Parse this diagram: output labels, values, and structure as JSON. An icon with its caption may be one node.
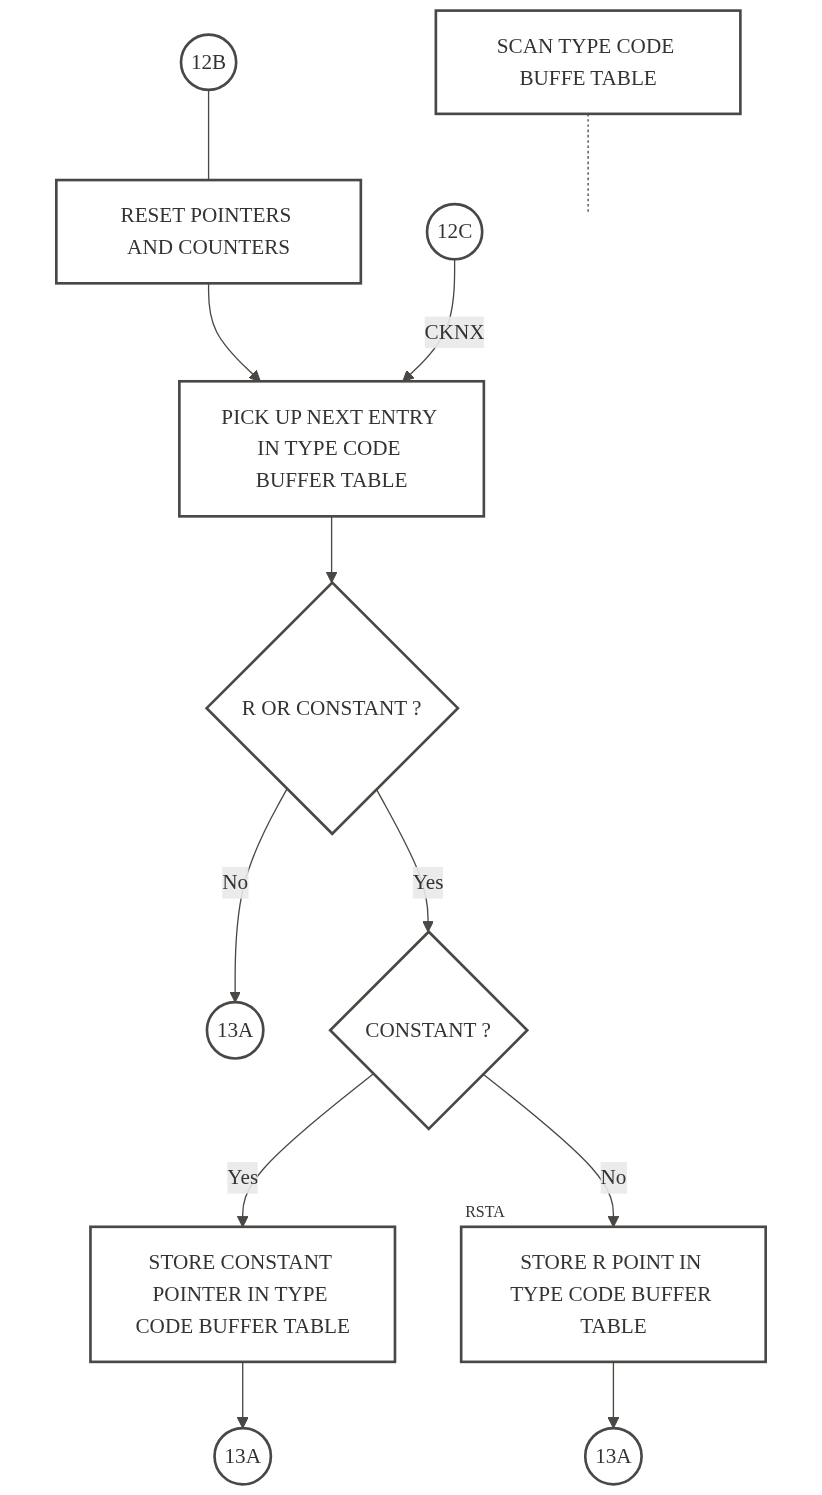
{
  "diagram": {
    "nodes": [
      {
        "text": [
          "12B"
        ]
      },
      {
        "text": [
          "RESET POINTERS AND COUNTERS"
        ]
      },
      {
        "text": [
          "SCAN TYPE CODE BUFFE TABLE"
        ]
      },
      {
        "text": [
          "12C"
        ]
      },
      {
        "text": [
          "PICK UP NEXT ENTRY IN TYPE CODE BUFFER TABLE"
        ]
      },
      {
        "text": [
          "R OR CONSTANT ?"
        ]
      },
      {
        "text": [
          "13A"
        ]
      },
      {
        "text": [
          "CONSTANT ?"
        ]
      },
      {
        "text": [
          "STORE CONSTANT POINTER IN TYPE CODE BUFFER TABLE"
        ]
      },
      {
        "text": [
          "STORE R POINT IN TYPE CODE BUFFER TABLE"
        ]
      },
      {
        "text": [
          "13A"
        ]
      },
      {
        "text": [
          "13A"
        ]
      }
    ],
    "edges": [
      {
        "from": 0,
        "to": 1,
        "arrow": "none"
      },
      {
        "from": 1,
        "to": 4,
        "arrow": "to"
      },
      {
        "from": 3,
        "to": 4,
        "arrow": "to",
        "label": "CKNX"
      },
      {
        "from": 2,
        "to": null,
        "arrow": "none",
        "style": "dashed"
      },
      {
        "from": 4,
        "to": 5,
        "arrow": "to"
      },
      {
        "from": 5,
        "to": 6,
        "arrow": "to",
        "label": "No"
      },
      {
        "from": 5,
        "to": 7,
        "arrow": "to",
        "label": "Yes"
      },
      {
        "from": 7,
        "to": 8,
        "arrow": "to",
        "label": "Yes"
      },
      {
        "from": 7,
        "to": 9,
        "arrow": "to",
        "label": "No"
      },
      {
        "from": 8,
        "to": 10,
        "arrow": "to"
      },
      {
        "from": 9,
        "to": 11,
        "arrow": "to"
      }
    ],
    "labels": [
      "RSTA"
    ]
  }
}
